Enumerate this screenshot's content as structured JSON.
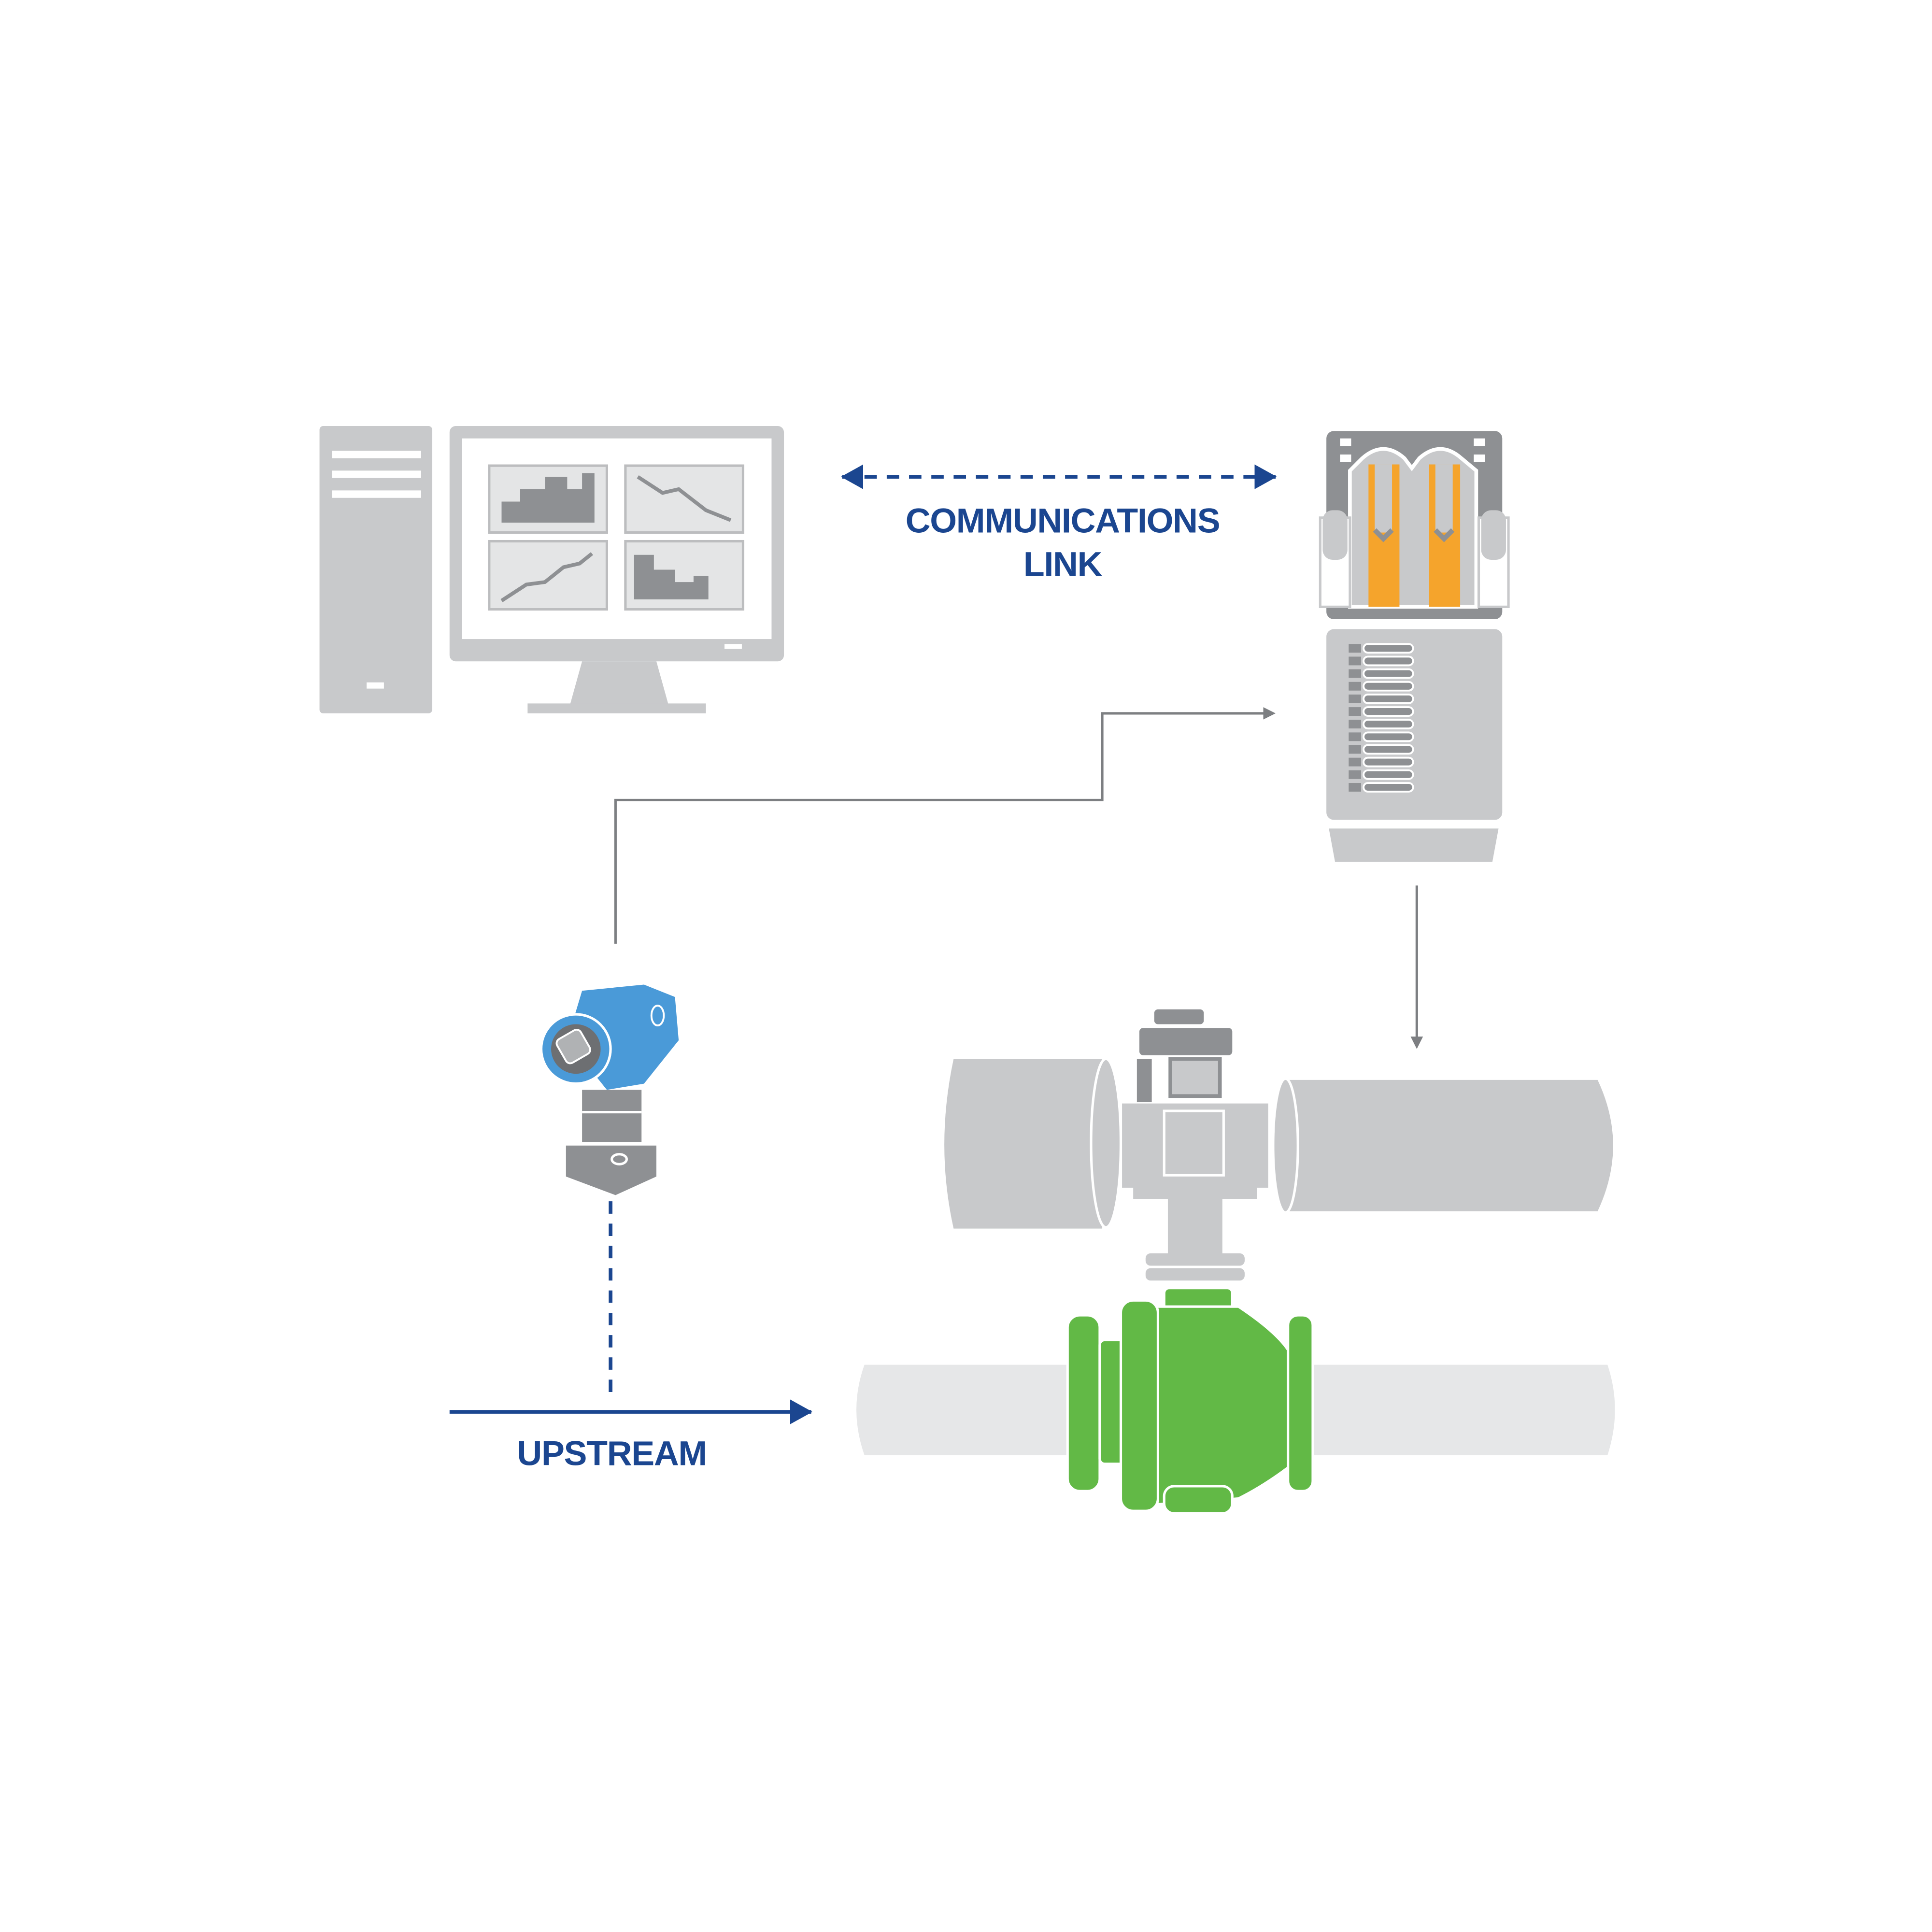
{
  "labels": {
    "communications_line1": "COMMUNICATIONS",
    "communications_line2": "LINK",
    "upstream": "UPSTREAM"
  },
  "colors": {
    "label_blue": "#1b4690",
    "device_gray": "#c8c9cb",
    "dark_gray": "#8e9093",
    "transmitter_blue": "#4a9ad8",
    "valve_green": "#62b946",
    "controller_orange": "#f5a42c",
    "connector_gray": "#7d7f82"
  }
}
